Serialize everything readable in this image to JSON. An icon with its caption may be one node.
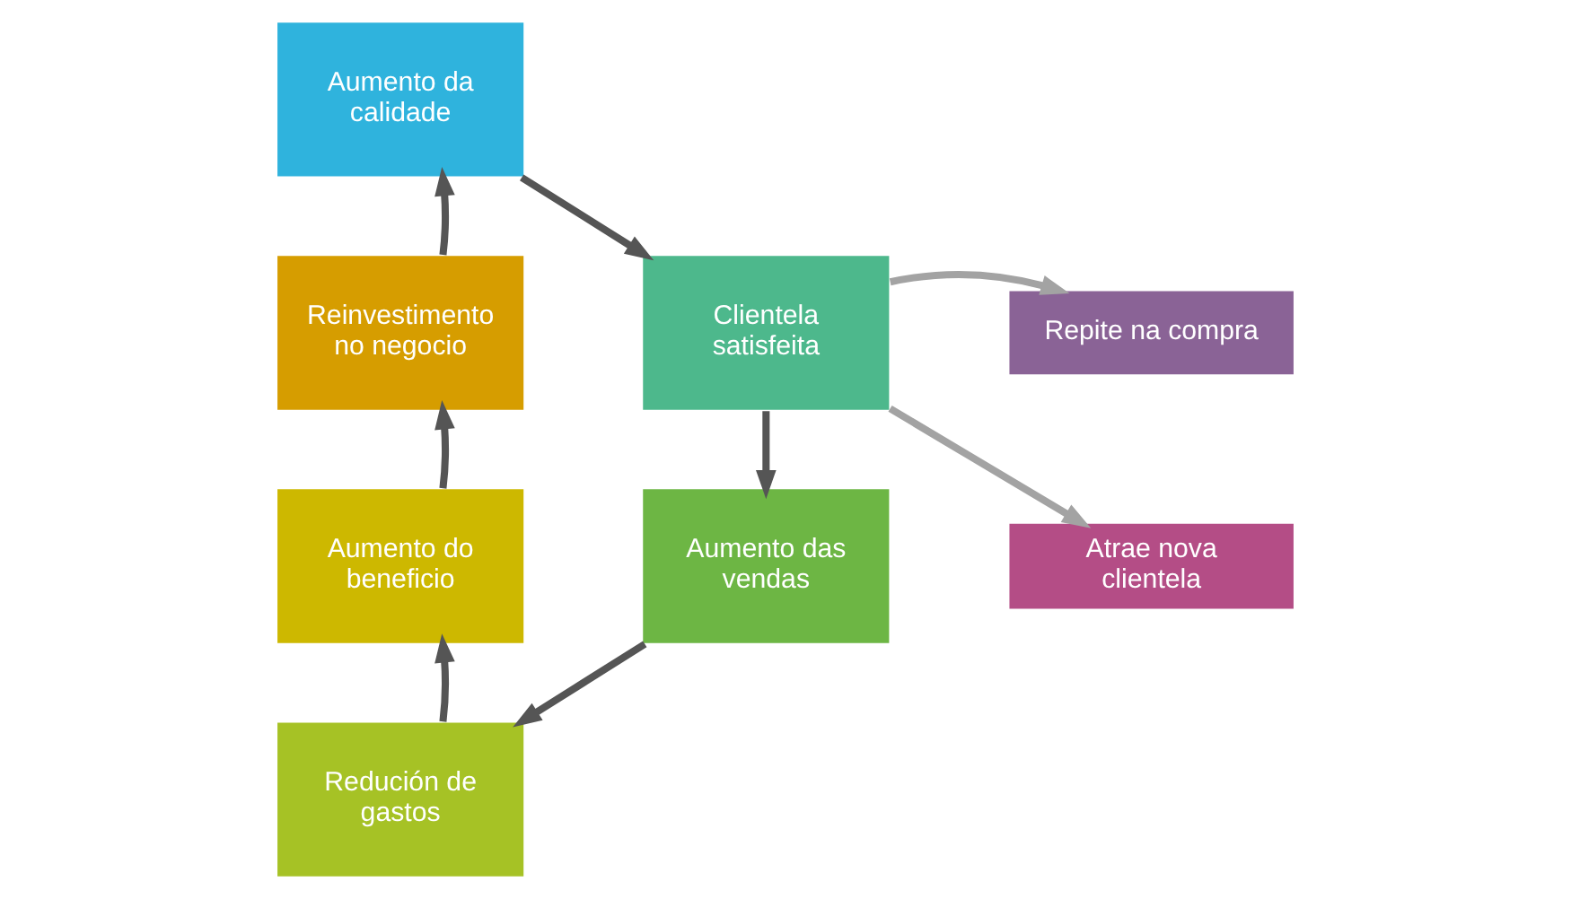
{
  "diagram": {
    "nodes": [
      {
        "text": [
          "Aumento da calidade"
        ]
      },
      {
        "text": [
          "Clientela satisfeita"
        ]
      },
      {
        "text": [
          "Repite na compra"
        ]
      },
      {
        "text": [
          "Atrae nova clientela"
        ]
      },
      {
        "text": [
          "Aumento das vendas"
        ]
      },
      {
        "text": [
          "Redución de gastos"
        ]
      },
      {
        "text": [
          "Aumento do beneficio"
        ]
      },
      {
        "text": [
          "Reinvestimento no negocio"
        ]
      }
    ],
    "edges": [
      {
        "from": 0,
        "to": 1,
        "arrow": "to"
      },
      {
        "from": 1,
        "to": 2,
        "arrow": "to",
        "color": "#a3a3a3"
      },
      {
        "from": 1,
        "to": 3,
        "arrow": "to",
        "color": "#a3a3a3"
      },
      {
        "from": 1,
        "to": 4,
        "arrow": "to"
      },
      {
        "from": 4,
        "to": 5,
        "arrow": "to"
      },
      {
        "from": 5,
        "to": 6,
        "arrow": "to"
      },
      {
        "from": 6,
        "to": 7,
        "arrow": "to"
      },
      {
        "from": 7,
        "to": 0,
        "arrow": "to"
      }
    ]
  }
}
